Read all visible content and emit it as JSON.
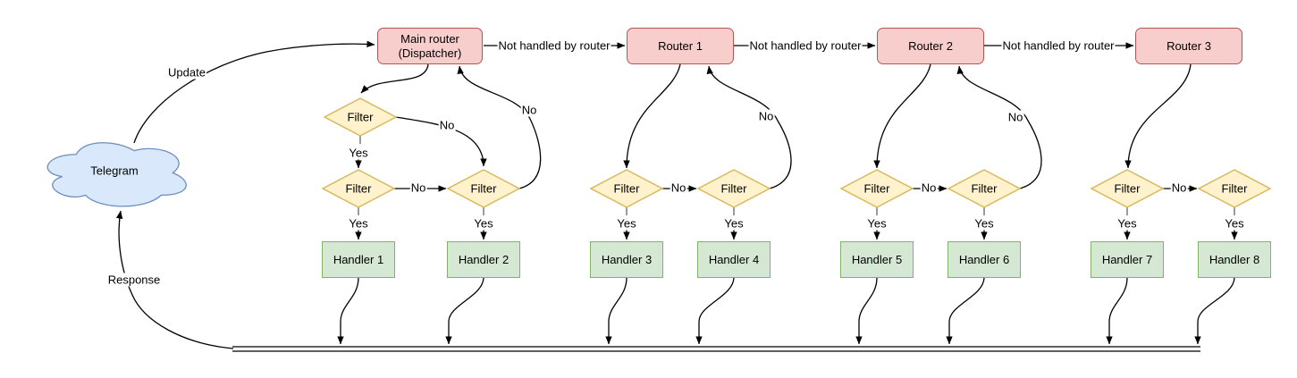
{
  "cloud": {
    "label": "Telegram"
  },
  "edge_labels": {
    "update": "Update",
    "response": "Response",
    "not_handled": "Not handled by router",
    "yes": "Yes",
    "no": "No"
  },
  "nodes": {
    "main_router_line1": "Main router",
    "main_router_line2": "(Dispatcher)",
    "router1": "Router 1",
    "router2": "Router 2",
    "router3": "Router 3",
    "filter": "Filter",
    "handlers": [
      "Handler 1",
      "Handler 2",
      "Handler 3",
      "Handler 4",
      "Handler 5",
      "Handler 6",
      "Handler 7",
      "Handler 8"
    ]
  },
  "colors": {
    "router_fill": "#f8cecc",
    "router_stroke": "#b85450",
    "filter_fill": "#fff2cc",
    "filter_stroke": "#d6b656",
    "handler_fill": "#d5e8d4",
    "handler_stroke": "#82b366",
    "cloud_fill": "#dae8fc",
    "cloud_stroke": "#6c8ebf",
    "edge_stroke": "#000000",
    "stub_stroke": "#666666"
  }
}
